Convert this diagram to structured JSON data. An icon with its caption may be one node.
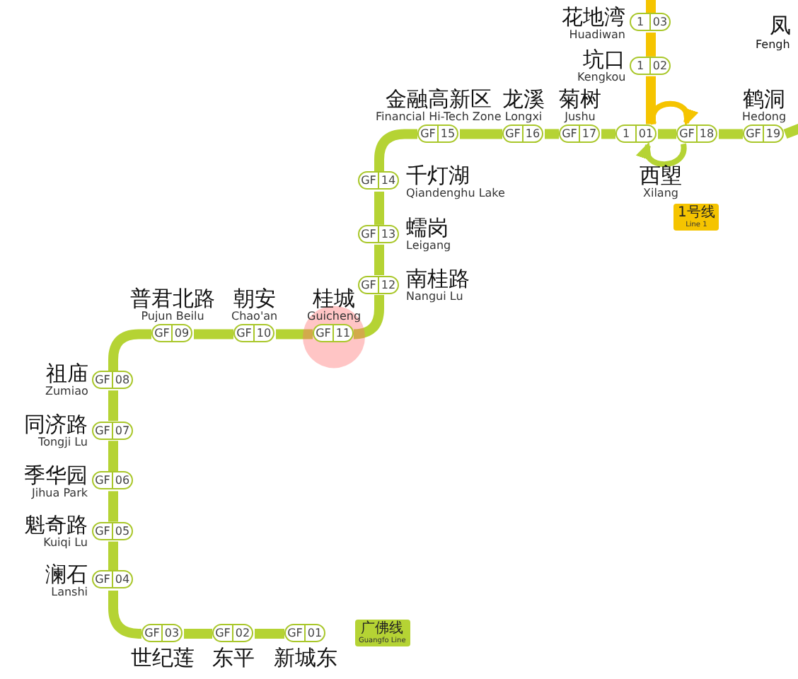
{
  "diagram": {
    "nodes": [
      {
        "text": [
          "GF",
          "01"
        ],
        "beside": [
          "新城东"
        ]
      },
      {
        "text": [
          "GF",
          "02"
        ],
        "beside": [
          "东平"
        ]
      },
      {
        "text": [
          "GF",
          "03"
        ],
        "beside": [
          "世纪莲"
        ]
      },
      {
        "text": [
          "GF",
          "04"
        ],
        "beside": [
          "澜石",
          "Lanshi"
        ]
      },
      {
        "text": [
          "GF",
          "05"
        ],
        "beside": [
          "魁奇路",
          "Kuiqi Lu"
        ]
      },
      {
        "text": [
          "GF",
          "06"
        ],
        "beside": [
          "季华园",
          "Jihua Park"
        ]
      },
      {
        "text": [
          "GF",
          "07"
        ],
        "beside": [
          "同济路",
          "Tongji Lu"
        ]
      },
      {
        "text": [
          "GF",
          "08"
        ],
        "beside": [
          "祖庙",
          "Zumiao"
        ]
      },
      {
        "text": [
          "GF",
          "09"
        ],
        "beside": [
          "普君北路",
          "Pujun Beilu"
        ]
      },
      {
        "text": [
          "GF",
          "10"
        ],
        "beside": [
          "朝安",
          "Chao'an"
        ]
      },
      {
        "text": [
          "GF",
          "11"
        ],
        "beside": [
          "桂城",
          "Guicheng"
        ]
      },
      {
        "text": [
          "GF",
          "12"
        ],
        "beside": [
          "南桂路",
          "Nangui Lu"
        ]
      },
      {
        "text": [
          "GF",
          "13"
        ],
        "beside": [
          "蠕岗",
          "Leigang"
        ]
      },
      {
        "text": [
          "GF",
          "14"
        ],
        "beside": [
          "千灯湖",
          "Qiandenghu Lake"
        ]
      },
      {
        "text": [
          "GF",
          "15"
        ],
        "beside": [
          "金融高新区",
          "Financial Hi-Tech Zone"
        ]
      },
      {
        "text": [
          "GF",
          "16"
        ],
        "beside": [
          "龙溪",
          "Longxi"
        ]
      },
      {
        "text": [
          "GF",
          "17"
        ],
        "beside": [
          "菊树",
          "Jushu"
        ]
      },
      {
        "text": [
          "GF",
          "18"
        ]
      },
      {
        "text": [
          "GF",
          "19"
        ],
        "beside": [
          "鹤洞",
          "Hedong"
        ]
      },
      {
        "text": [
          "1",
          "03"
        ],
        "beside": [
          "花地湾",
          "Huadiwan"
        ]
      },
      {
        "text": [
          "1",
          "02"
        ],
        "beside": [
          "坑口",
          "Kengkou"
        ]
      },
      {
        "text": [
          "1",
          "01"
        ],
        "beside": [
          "西塱",
          "Xilang"
        ]
      },
      {
        "text": [
          "1号线",
          "Line 1"
        ]
      },
      {
        "text": [
          "广佛线",
          "Guangfo Line"
        ]
      }
    ],
    "edges": [
      {
        "from": 0,
        "to": 1,
        "arrow": "none"
      },
      {
        "from": 1,
        "to": 2,
        "arrow": "none"
      },
      {
        "from": 2,
        "to": 3,
        "arrow": "none"
      },
      {
        "from": 3,
        "to": 4,
        "arrow": "none"
      },
      {
        "from": 4,
        "to": 5,
        "arrow": "none"
      },
      {
        "from": 5,
        "to": 6,
        "arrow": "none"
      },
      {
        "from": 6,
        "to": 7,
        "arrow": "none"
      },
      {
        "from": 7,
        "to": 8,
        "arrow": "none"
      },
      {
        "from": 8,
        "to": 9,
        "arrow": "none"
      },
      {
        "from": 9,
        "to": 10,
        "arrow": "none"
      },
      {
        "from": 10,
        "to": 11,
        "arrow": "none"
      },
      {
        "from": 11,
        "to": 12,
        "arrow": "none"
      },
      {
        "from": 12,
        "to": 13,
        "arrow": "none"
      },
      {
        "from": 13,
        "to": 14,
        "arrow": "none"
      },
      {
        "from": 14,
        "to": 15,
        "arrow": "none"
      },
      {
        "from": 15,
        "to": 16,
        "arrow": "none"
      },
      {
        "from": 16,
        "to": 21,
        "arrow": "none"
      },
      {
        "from": 21,
        "to": 17,
        "arrow": "none"
      },
      {
        "from": 17,
        "to": 18,
        "arrow": "none"
      },
      {
        "from": 18,
        "to": null,
        "arrow": "none"
      },
      {
        "from": 19,
        "to": null,
        "arrow": "none",
        "color": "#f5c400"
      },
      {
        "from": 19,
        "to": 20,
        "arrow": "none",
        "color": "#f5c400"
      },
      {
        "from": 20,
        "to": 21,
        "arrow": "none",
        "color": "#f5c400"
      },
      {
        "from": 21,
        "to": 17,
        "arrow": "to",
        "color": "#f5c400"
      },
      {
        "from": 17,
        "to": 21,
        "arrow": "to"
      }
    ],
    "labels": [
      "凤",
      "Fengh"
    ]
  }
}
